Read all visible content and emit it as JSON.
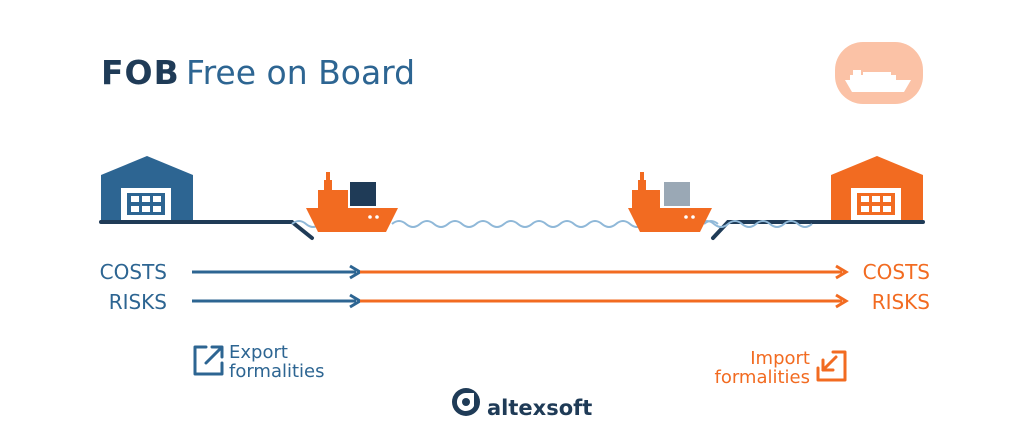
{
  "header": {
    "abbr": "FOB",
    "full": "Free on Board"
  },
  "left": {
    "costs_label": "COSTS",
    "risks_label": "RISKS",
    "formalities_line1": "Export",
    "formalities_line2": "formalities"
  },
  "right": {
    "costs_label": "COSTS",
    "risks_label": "RISKS",
    "formalities_line1": "Import",
    "formalities_line2": "formalities"
  },
  "brand": {
    "name": "altexsoft"
  },
  "icons": {
    "badge": "cargo-ship-icon",
    "seller": "warehouse-icon",
    "buyer": "warehouse-icon",
    "export": "export-arrow-icon",
    "import": "import-arrow-icon",
    "logo": "altexsoft-logo-icon"
  },
  "colors": {
    "navy": "#1f3b57",
    "blue": "#2d6592",
    "orange": "#f26b21",
    "badge_bg": "#fbc2a6",
    "sea": "#8fb8d8",
    "cargo_dark": "#1f3b57",
    "cargo_light": "#9aa8b5"
  }
}
